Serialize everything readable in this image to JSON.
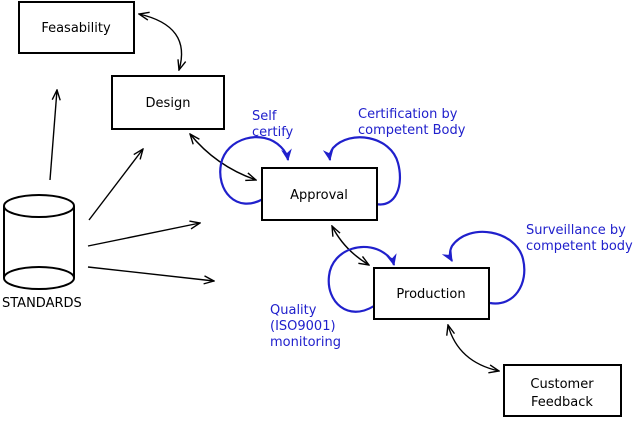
{
  "colors": {
    "line": "#000000",
    "annotation": "#2020cc",
    "background": "#ffffff",
    "node_fill": "#ffffff"
  },
  "nodes": {
    "feasability": {
      "label": "Feasability"
    },
    "design": {
      "label": "Design"
    },
    "approval": {
      "label": "Approval"
    },
    "production": {
      "label": "Production"
    },
    "customer_feedback": {
      "lines": [
        "Customer",
        "Feedback"
      ]
    },
    "standards": {
      "label": "STANDARDS"
    }
  },
  "annotations": {
    "self_certify": {
      "lines": [
        "Self",
        "certify"
      ]
    },
    "certification": {
      "lines": [
        "Certification by",
        "competent Body"
      ]
    },
    "surveillance": {
      "lines": [
        "Surveillance by",
        "competent body"
      ]
    },
    "quality": {
      "lines": [
        "Quality",
        "(ISO9001)",
        "monitoring"
      ]
    }
  }
}
